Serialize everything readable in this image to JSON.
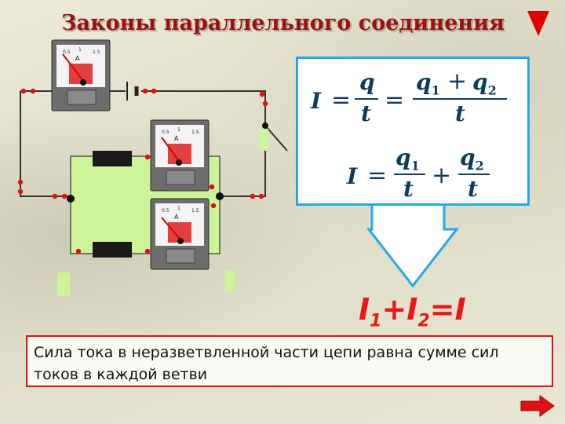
{
  "slide": {
    "title": "Законы параллельного соединения",
    "law": {
      "I1": "I",
      "sub1": "1",
      "plus": "+",
      "I2": "I",
      "sub2": "2",
      "eq": "=I"
    },
    "rule_text": "Сила тока в неразветвленной части цепи  равна сумме сил токов в каждой ветви"
  },
  "formula": {
    "line1": {
      "I": "I",
      "eq1": "=",
      "q": "q",
      "t1": "t",
      "eq2": "=",
      "q1": "q",
      "q1sub": "1",
      "plus": "+",
      "q2": "q",
      "q2sub": "2",
      "t2": "t"
    },
    "line2": {
      "I": "I",
      "eq": "=",
      "q1": "q",
      "q1sub": "1",
      "t1": "t",
      "plus": "+",
      "q2": "q",
      "q2sub": "2",
      "t2": "t"
    }
  },
  "meters": [
    {
      "letter": "A",
      "ticks": [
        "0.5",
        "1",
        "1.5"
      ]
    },
    {
      "letter": "A",
      "ticks": [
        "0.5",
        "1",
        "1.5"
      ]
    },
    {
      "letter": "A",
      "ticks": [
        "0.5",
        "1",
        "1.5"
      ]
    }
  ],
  "colors": {
    "title": "#9b1010",
    "law": "#e81818",
    "formula": "#0d3b5c",
    "box_border": "#25a8e8",
    "branch_fill": "#ccf59a",
    "nav_arrow": "#e01010"
  },
  "icons": {
    "prev": "triangle-down-icon",
    "next": "arrow-right-icon"
  }
}
